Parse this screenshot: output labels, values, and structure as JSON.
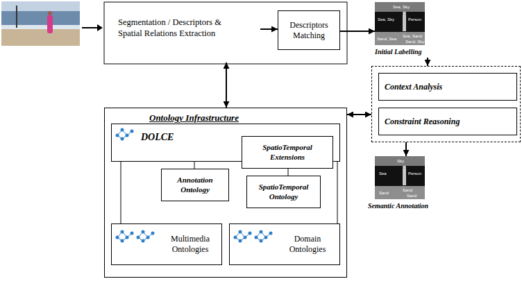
{
  "diagram": {
    "nodes": [
      {
        "text": [
          "Segmentation / Descriptors & Spatial Relations Extraction"
        ]
      },
      {
        "text": [
          "Descriptors Matching"
        ]
      },
      {
        "text": [
          "Sea, Sky",
          "Sea, Sky",
          "Person",
          "Sand, Sea",
          "Sea, Sand",
          "Sand, Sky",
          "Initial Labelling"
        ]
      },
      {
        "text": [
          "Ontology Infrastructure"
        ]
      },
      {
        "text": [
          "DOLCE"
        ],
        "in": 3
      },
      {
        "text": [
          "SpatioTemporal Extensions"
        ],
        "in": 3
      },
      {
        "text": [
          "Annotation Ontology"
        ],
        "in": 3
      },
      {
        "text": [
          "SpatioTemporal Ontology"
        ],
        "in": 3
      },
      {
        "text": [
          "Multimedia Ontologies"
        ],
        "in": 3
      },
      {
        "text": [
          "Domain Ontologies"
        ],
        "in": 3
      },
      {
        "text": []
      },
      {
        "text": [
          "Context Analysis"
        ],
        "in": 10
      },
      {
        "text": [
          "Constraint Reasoning"
        ],
        "in": 10
      },
      {
        "text": [
          "Sky",
          "Sea",
          "Person",
          "Sand",
          "Sand",
          "Sand",
          "Semantic Annotation"
        ]
      }
    ],
    "edges": [
      {
        "from": 0,
        "to": 1,
        "arrow": "to"
      },
      {
        "from": 1,
        "to": 2,
        "arrow": "to"
      },
      {
        "from": 0,
        "to": 3,
        "arrow": "both"
      },
      {
        "from": 2,
        "to": 10,
        "arrow": "to"
      },
      {
        "from": 3,
        "to": 10,
        "arrow": "both"
      },
      {
        "from": 10,
        "to": 13,
        "arrow": "to"
      },
      {
        "from": 4,
        "to": 6,
        "arrow": "none"
      },
      {
        "from": 5,
        "to": 7,
        "arrow": "none"
      },
      {
        "from": 4,
        "to": 8,
        "arrow": "none"
      },
      {
        "from": 4,
        "to": 9,
        "arrow": "none"
      }
    ]
  }
}
